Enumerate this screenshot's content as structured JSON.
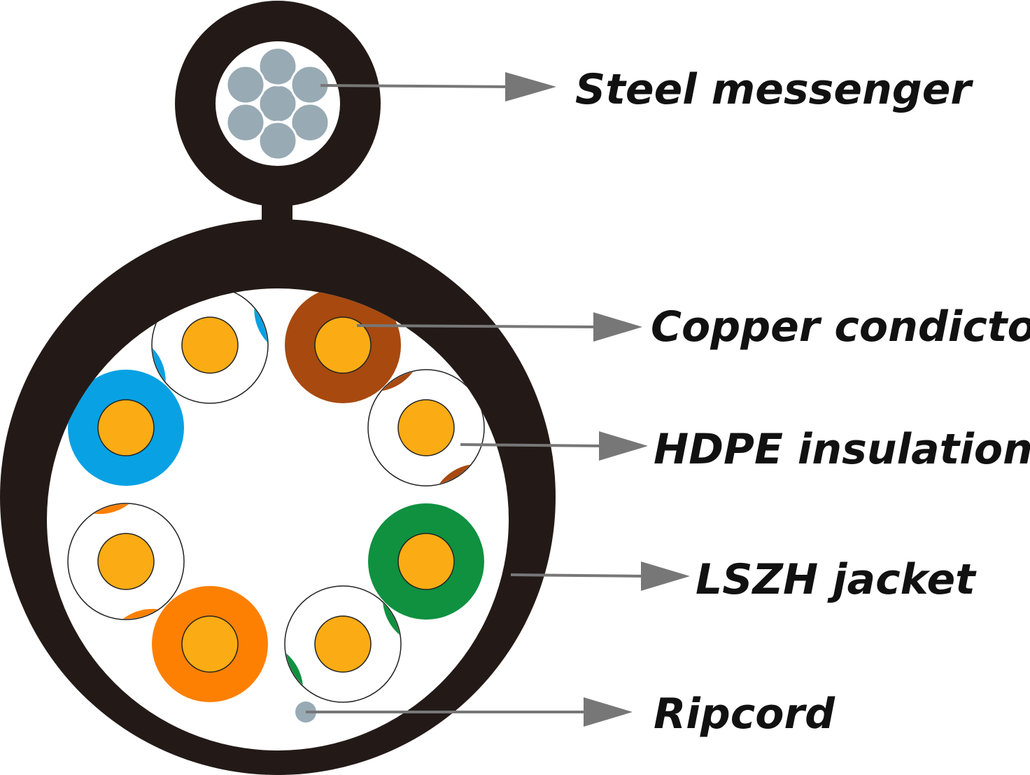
{
  "labels": {
    "steel_messenger": "Steel messenger",
    "copper_conductors": "Copper condictors",
    "hdpe_insulation": "HDPE insulation",
    "lszh_jacket": "LSZH jacket",
    "ripcord": "Ripcord"
  },
  "colors": {
    "jacket": "#231a17",
    "steel": "#98aab4",
    "copper": "#fbac14",
    "brown": "#a8490f",
    "blue": "#07a1e4",
    "green": "#0f9140",
    "orange": "#fd8003",
    "ripcord": "#98aab4",
    "leader": "#777777"
  },
  "wires": [
    {
      "name": "wire-white-blue",
      "pair_color": "blue",
      "solid": false
    },
    {
      "name": "wire-brown",
      "pair_color": "brown",
      "solid": true
    },
    {
      "name": "wire-white-brown",
      "pair_color": "brown",
      "solid": false
    },
    {
      "name": "wire-green",
      "pair_color": "green",
      "solid": true
    },
    {
      "name": "wire-white-green",
      "pair_color": "green",
      "solid": false
    },
    {
      "name": "wire-orange",
      "pair_color": "orange",
      "solid": true
    },
    {
      "name": "wire-white-orange",
      "pair_color": "orange",
      "solid": false
    },
    {
      "name": "wire-blue",
      "pair_color": "blue",
      "solid": true
    }
  ]
}
